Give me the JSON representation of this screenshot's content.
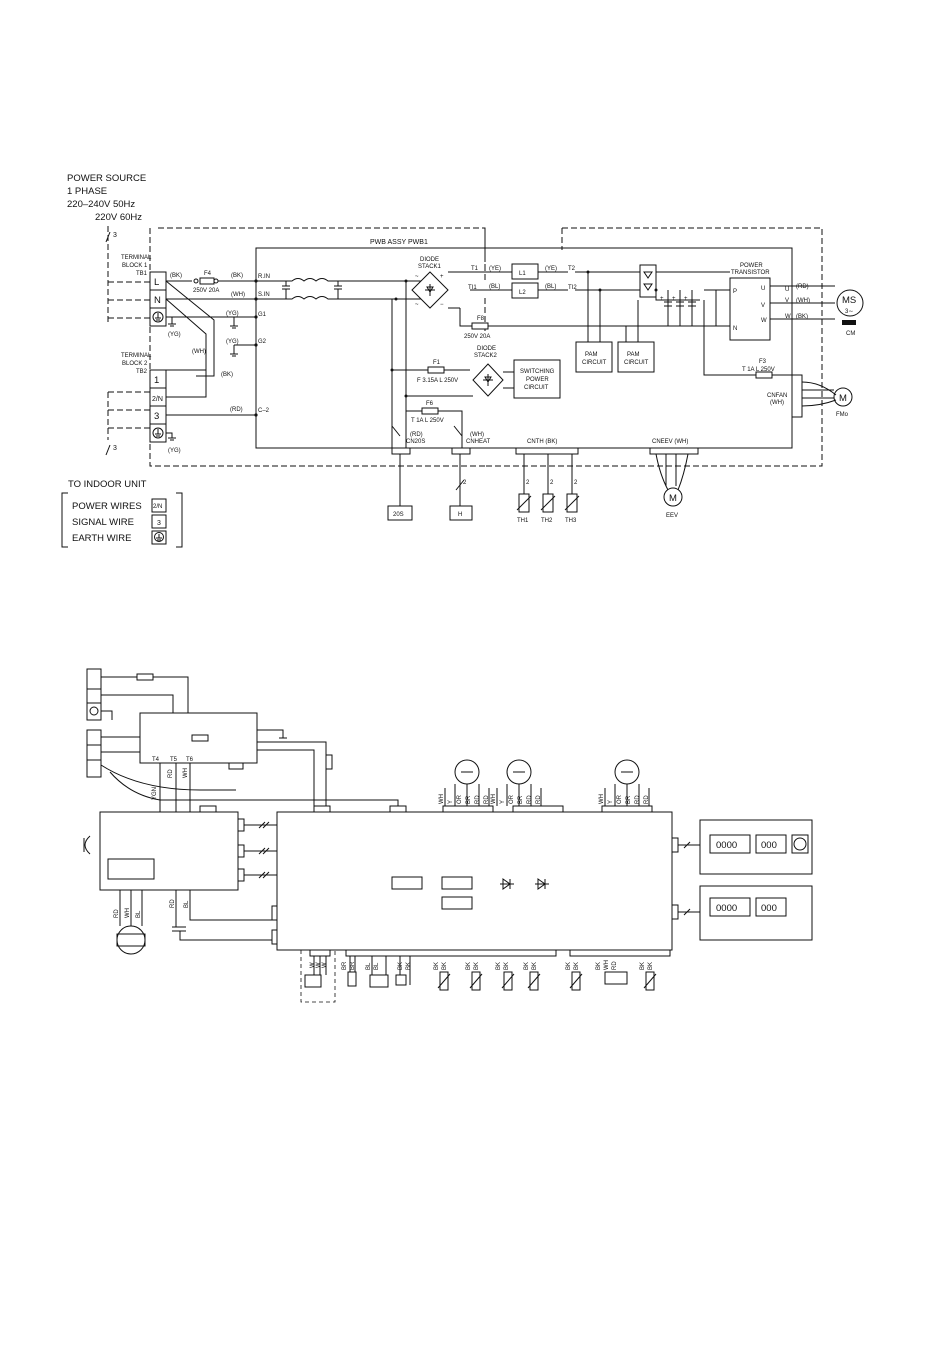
{
  "source": {
    "title": "POWER SOURCE",
    "phase": "1 PHASE",
    "v1": "220–240V  50Hz",
    "v2": "220V  60Hz",
    "count": "3"
  },
  "pwb_title": "PWB ASSY   PWB1",
  "tb1": {
    "title": "TERMINAL",
    "title2": "BLOCK 1",
    "id": "TB1",
    "terms": [
      "L",
      "N"
    ]
  },
  "tb2": {
    "title": "TERMINAL",
    "title2": "BLOCK 2",
    "id": "TB2",
    "terms": [
      "1",
      "2/N",
      "3"
    ]
  },
  "wire_colors": {
    "bk": "(BK)",
    "wh": "(WH)",
    "yg": "(YG)",
    "rd": "(RD)",
    "ye": "(YE)",
    "bl": "(BL)"
  },
  "inputs": {
    "rin": "R.IN",
    "sin": "S.IN",
    "g1": "G1",
    "g2": "G2",
    "c2": "C–2"
  },
  "fuses": {
    "f4": "F4",
    "f4_rating": "250V 20A",
    "f8": "F8",
    "f8_rating": "250V 20A",
    "f1": "F1",
    "f1_rating": "F 3.15A L 250V",
    "f6": "F6",
    "f6_rating": "T 1A L 250V",
    "f3": "F3",
    "f3_rating": "T 1A L 250V"
  },
  "diode1": {
    "l1": "DIODE",
    "l2": "STACK1"
  },
  "diode2": {
    "l1": "DIODE",
    "l2": "STACK2"
  },
  "terminals": {
    "t1": "T1",
    "t11": "TI1",
    "t2": "T2",
    "t12": "TI2"
  },
  "reactors": [
    "L1",
    "L2"
  ],
  "switching": [
    "SWITCHING",
    "POWER",
    "CIRCUIT"
  ],
  "pam": [
    "PAM",
    "CIRCUIT"
  ],
  "transistor": {
    "l1": "POWER",
    "l2": "TRANSISTOR",
    "p": "P",
    "n": "N",
    "u": "U",
    "v": "V",
    "w": "W"
  },
  "motor": {
    "ms": "MS",
    "phase": "3∼",
    "cm": "CM",
    "fan": "M",
    "fan_label": "FMo"
  },
  "connectors": {
    "cn20s": "CN20S",
    "cnheat": "CNHEAT",
    "cnth": "CNTH  (BK)",
    "cneev": "CNEEV  (WH)",
    "cnfan": "CNFAN",
    "cnfan_color": "(WH)"
  },
  "loads": {
    "s20": "20S",
    "h": "H",
    "eev_m": "M",
    "eev": "EEV",
    "th": [
      "TH1",
      "TH2",
      "TH3"
    ],
    "two": "2"
  },
  "legend": {
    "title": "TO INDOOR UNIT",
    "rows": [
      {
        "label": "POWER WIRES",
        "sym": "2/N"
      },
      {
        "label": "SIGNAL WIRE",
        "sym": "3"
      },
      {
        "label": "EARTH WIRE",
        "sym": "⏚"
      }
    ]
  },
  "layout2": {
    "small_labels": [
      "T4",
      "T5",
      "T6"
    ],
    "col_t": [
      "YGN",
      "RD",
      "WH"
    ],
    "col_pwr": [
      "RD",
      "WH",
      "BL"
    ],
    "col_cap": [
      "RD",
      "BL"
    ],
    "top_groups": [
      [
        "WH",
        "Y",
        "OR",
        "BR",
        "RD",
        "RD"
      ],
      [
        "WH",
        "Y",
        "OR",
        "BR",
        "RD",
        "RD"
      ],
      [
        "WH",
        "Y",
        "OR",
        "BR",
        "RD",
        "RD"
      ]
    ],
    "bottom_pairs": [
      [
        "BR",
        "BR"
      ],
      [
        "BL",
        "BL"
      ],
      [
        "BK",
        "BK"
      ],
      [
        "BK",
        "BK"
      ],
      [
        "BK",
        "BK"
      ],
      [
        "BK",
        "BK"
      ],
      [
        "BK",
        "BK"
      ],
      [
        "BK",
        "BK"
      ],
      [
        "BK",
        "WH",
        "RD"
      ],
      [
        "BK",
        "BK"
      ]
    ],
    "relay_cols": [
      "W",
      "W",
      "W"
    ],
    "display1": [
      "0000",
      "000"
    ],
    "display2": [
      "0000",
      "000"
    ]
  }
}
